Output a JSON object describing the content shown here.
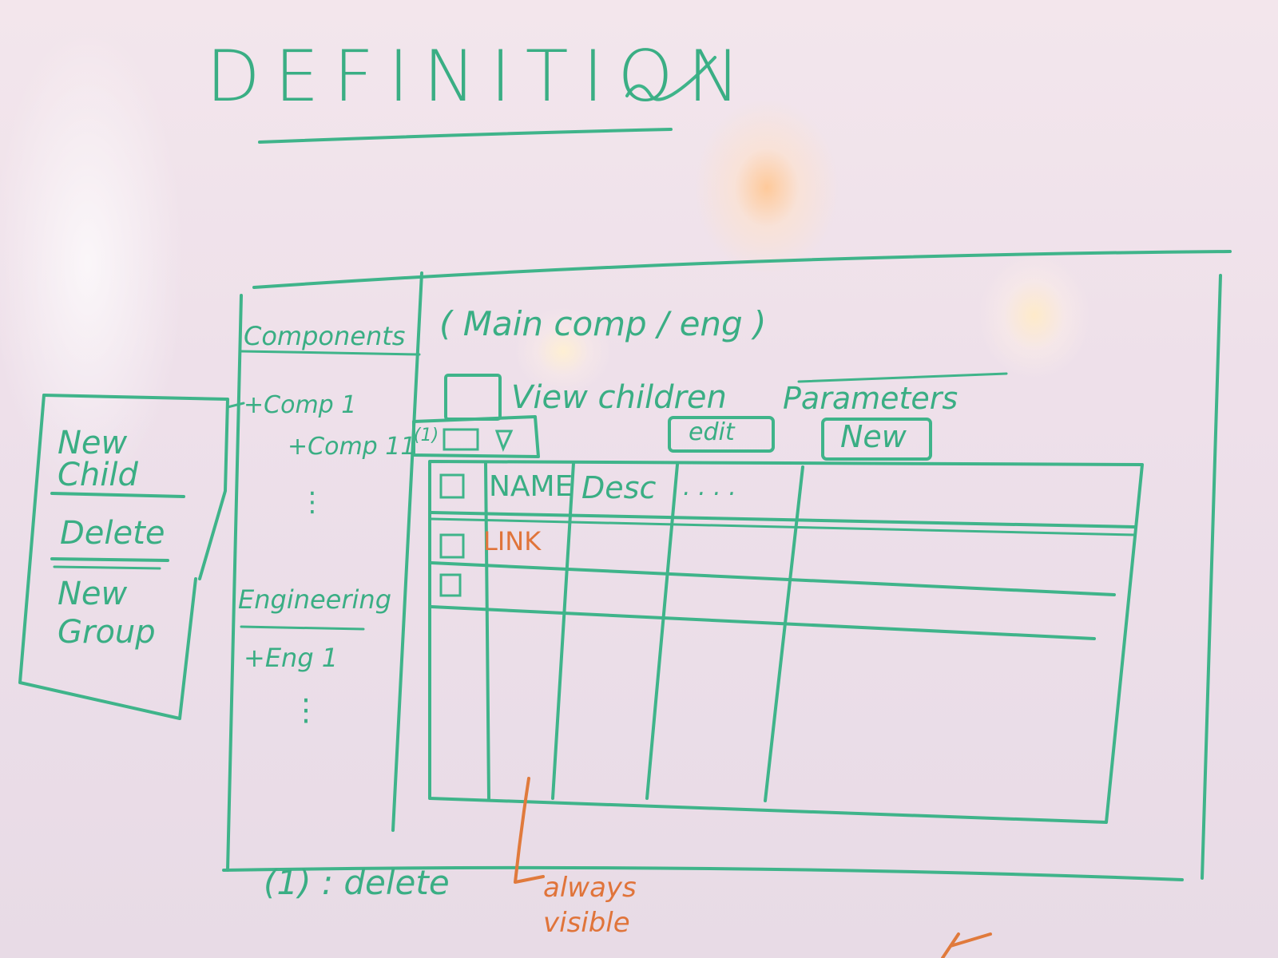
{
  "title": "DEFINITION",
  "tree": {
    "header": "Components",
    "items": [
      "+Comp 1",
      "+Comp 11",
      "⋮"
    ],
    "section2_header": "Engineering",
    "section2_items": [
      "+Eng 1",
      "⋮"
    ]
  },
  "context_menu": {
    "items": [
      "New Child",
      "Delete",
      "New Group"
    ]
  },
  "main": {
    "heading": "( Main comp / eng )",
    "view_children_label": "View children",
    "parameters_label": "Parameters",
    "delete_marker": "(1)",
    "edit_button": "edit",
    "new_button": "New"
  },
  "table": {
    "columns": [
      "",
      "NAME",
      "Desc",
      ". . . .",
      ""
    ],
    "rows": [
      {
        "name": "LINK"
      },
      {
        "name": ""
      }
    ]
  },
  "legend": "(1) : delete",
  "note": "always visible",
  "colors": {
    "ink": "#3fb48a",
    "accent": "#e07a3c"
  }
}
